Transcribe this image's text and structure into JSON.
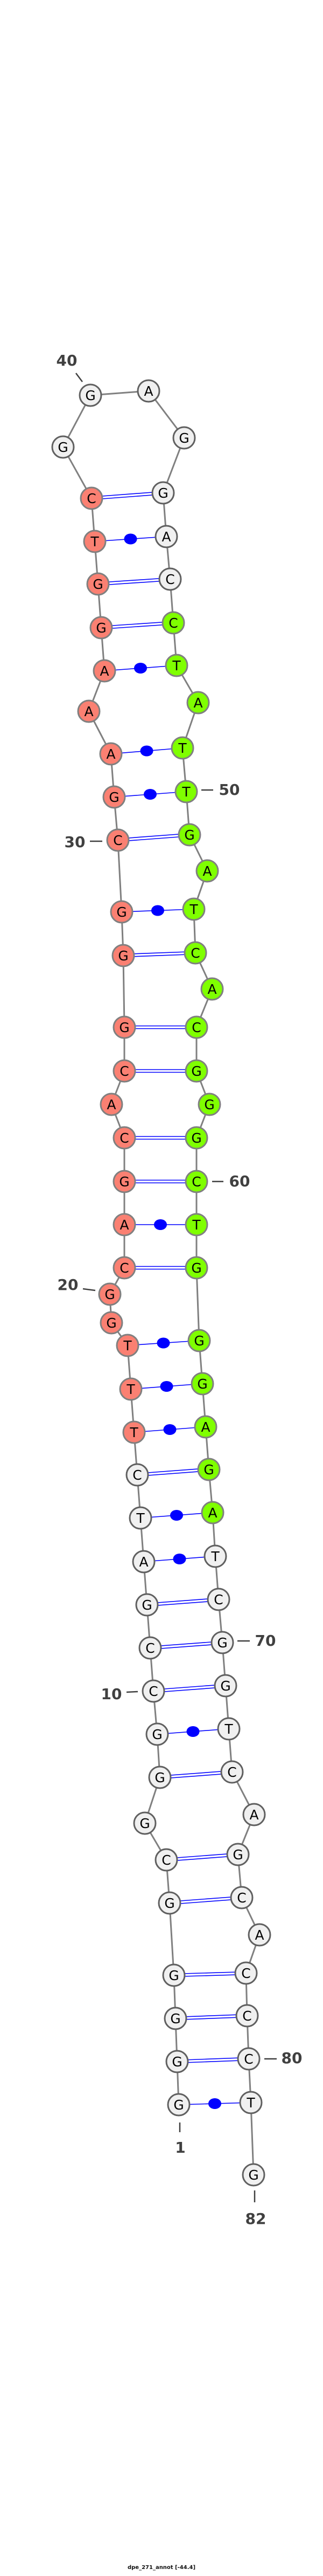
{
  "sequence": [
    "G",
    "G",
    "G",
    "G",
    "G",
    "C",
    "G",
    "G",
    "G",
    "C",
    "C",
    "G",
    "A",
    "T",
    "C",
    "T",
    "T",
    "T",
    "G",
    "G",
    "C",
    "A",
    "G",
    "C",
    "A",
    "C",
    "G",
    "G",
    "G",
    "C",
    "G",
    "A",
    "A",
    "A",
    "G",
    "G",
    "T",
    "C",
    "G",
    "G",
    "A",
    "G",
    "G",
    "A",
    "C",
    "C",
    "T",
    "A",
    "T",
    "T",
    "G",
    "A",
    "T",
    "C",
    "A",
    "C",
    "G",
    "G",
    "G",
    "C",
    "T",
    "G",
    "G",
    "G",
    "A",
    "G",
    "A",
    "T",
    "C",
    "G",
    "G",
    "T",
    "C",
    "A",
    "G",
    "C",
    "A",
    "C",
    "C",
    "C",
    "T",
    "G"
  ],
  "colors": {
    "default": "#f0f0f0",
    "salmon": "#fa8072",
    "green": "#7fff00",
    "pair": "#0000ff",
    "backbone": "#808080",
    "label": "#404040"
  },
  "highlight_ranges": [
    {
      "from": 16,
      "to": 38,
      "color": "salmon"
    },
    {
      "from": 46,
      "to": 67,
      "color": "green"
    }
  ],
  "pairs": [
    [
      1,
      81,
      "dot"
    ],
    [
      2,
      80,
      "double"
    ],
    [
      3,
      79,
      "double"
    ],
    [
      4,
      78,
      "double"
    ],
    [
      5,
      76,
      "double"
    ],
    [
      6,
      75,
      "double"
    ],
    [
      8,
      73,
      "double"
    ],
    [
      9,
      72,
      "dot"
    ],
    [
      10,
      71,
      "double"
    ],
    [
      11,
      70,
      "double"
    ],
    [
      12,
      69,
      "double"
    ],
    [
      13,
      68,
      "dot"
    ],
    [
      14,
      67,
      "dot"
    ],
    [
      15,
      66,
      "double"
    ],
    [
      16,
      65,
      "dot"
    ],
    [
      17,
      64,
      "dot"
    ],
    [
      18,
      63,
      "dot"
    ],
    [
      21,
      62,
      "double"
    ],
    [
      22,
      61,
      "dot"
    ],
    [
      23,
      60,
      "double"
    ],
    [
      24,
      59,
      "double"
    ],
    [
      26,
      57,
      "double"
    ],
    [
      27,
      56,
      "double"
    ],
    [
      28,
      54,
      "double"
    ],
    [
      29,
      53,
      "dot"
    ],
    [
      30,
      51,
      "double"
    ],
    [
      31,
      50,
      "dot"
    ],
    [
      32,
      49,
      "dot"
    ],
    [
      34,
      47,
      "dot"
    ],
    [
      35,
      46,
      "double"
    ],
    [
      36,
      45,
      "double"
    ],
    [
      37,
      44,
      "dot"
    ],
    [
      38,
      43,
      "double"
    ]
  ],
  "position_labels": [
    "1",
    "10",
    "20",
    "30",
    "40",
    "50",
    "60",
    "70",
    "80",
    "82"
  ],
  "caption": "dpe_271_annot [-44.4]"
}
